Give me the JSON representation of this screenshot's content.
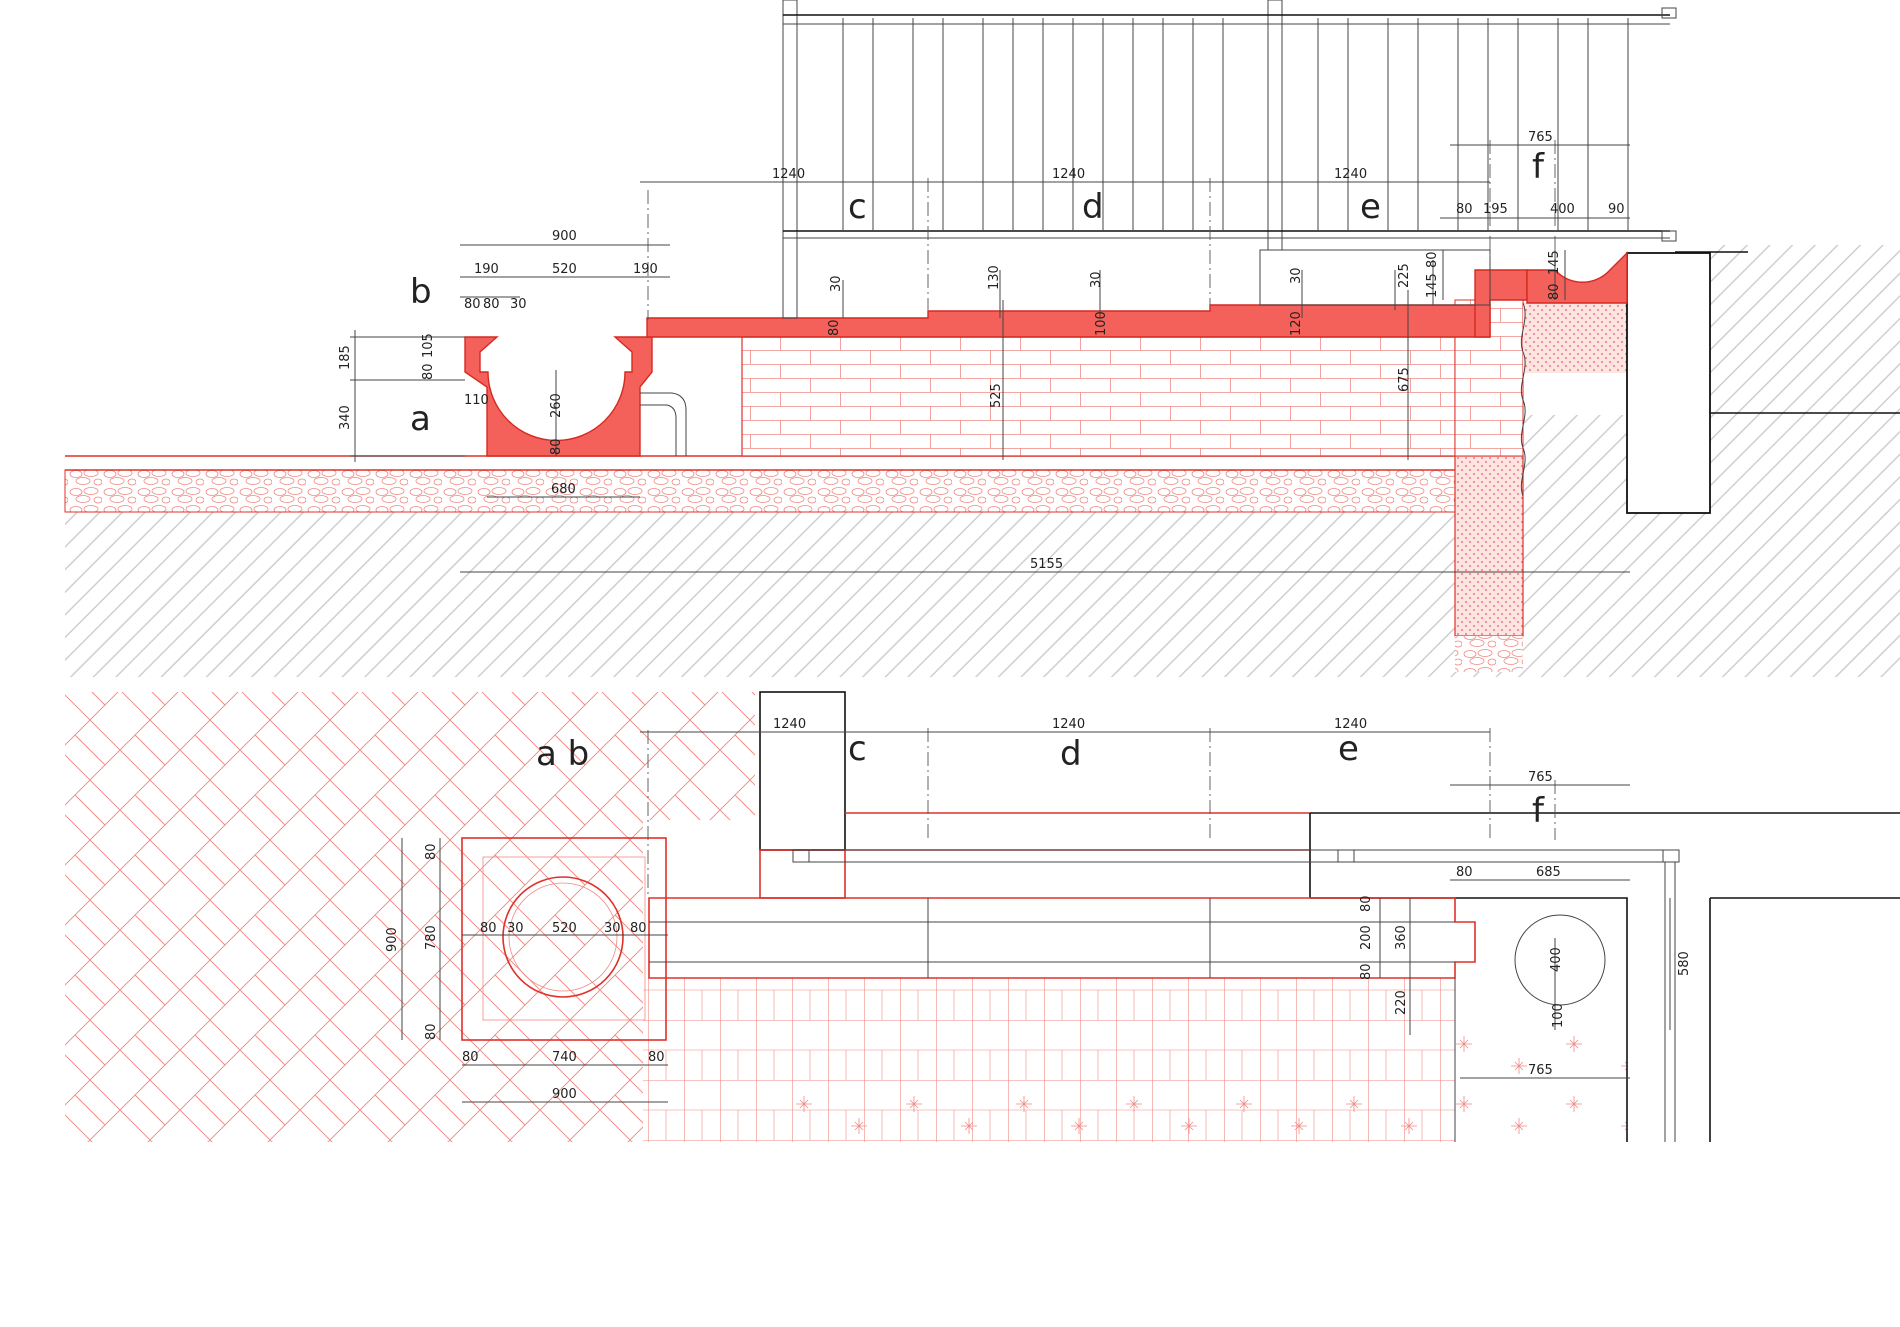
{
  "section_labels": {
    "a": "a",
    "b": "b",
    "c": "c",
    "d": "d",
    "e": "e",
    "f": "f",
    "ab": "a b"
  },
  "section_dimensions": {
    "d1240_c": "1240",
    "d1240_d": "1240",
    "d1240_e": "1240",
    "d765": "765",
    "d80_f": "80",
    "d195": "195",
    "d400_f": "400",
    "d90": "90",
    "d900": "900",
    "d190_l": "190",
    "d520": "520",
    "d190_r": "190",
    "d80_b1": "80",
    "d80_b2": "80",
    "d30_b": "30",
    "d185": "185",
    "d80_105a": "80",
    "d105": "105",
    "d340": "340",
    "d110": "110",
    "d260": "260",
    "d80_bot": "80",
    "d680": "680",
    "d30_c": "30",
    "d80_c": "80",
    "d130": "130",
    "d30_d": "30",
    "d100_d": "100",
    "d525": "525",
    "d30_e": "30",
    "d120": "120",
    "d225": "225",
    "d145_a": "145",
    "d80_e": "80",
    "d675": "675",
    "d80_f2": "80",
    "d145_b": "145",
    "d5155": "5155"
  },
  "plan_dimensions": {
    "d1240_c": "1240",
    "d1240_d": "1240",
    "d1240_e": "1240",
    "d765_top": "765",
    "d80_f": "80",
    "d685": "685",
    "d900_v": "900",
    "d80_v1": "80",
    "d780": "780",
    "d80_v2": "80",
    "d80_h1": "80",
    "d30_h1": "30",
    "d520": "520",
    "d30_h2": "30",
    "d80_h2": "80",
    "d80_b1": "80",
    "d740": "740",
    "d80_b2": "80",
    "d900_h": "900",
    "d80_e1": "80",
    "d200": "200",
    "d80_e2": "80",
    "d360": "360",
    "d220": "220",
    "d400": "400",
    "d100": "100",
    "d580": "580",
    "d765_bot": "765"
  },
  "colors": {
    "accent_red": "#f4605a",
    "line_red": "#e0302a",
    "line_dark": "#111111"
  }
}
